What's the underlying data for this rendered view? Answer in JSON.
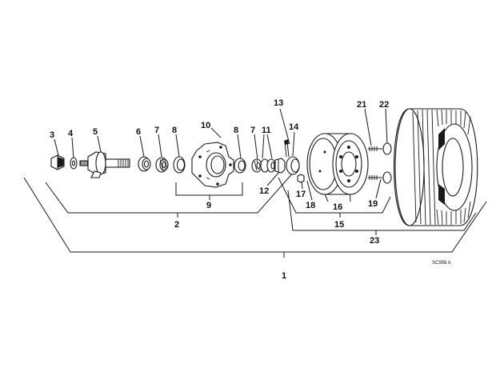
{
  "diagram": {
    "callouts": {
      "c1": "1",
      "c2": "2",
      "c3": "3",
      "c4": "4",
      "c5": "5",
      "c6": "6",
      "c7a": "7",
      "c7b": "7",
      "c8a": "8",
      "c8b": "8",
      "c9": "9",
      "c10": "10",
      "c11": "11",
      "c12": "12",
      "c13": "13",
      "c14": "14",
      "c15": "15",
      "c16a": "16",
      "c16b": "16",
      "c17": "17",
      "c18": "18",
      "c19": "19",
      "c21": "21",
      "c22": "22",
      "c23": "23"
    },
    "drawing_code": "SC956 A"
  }
}
